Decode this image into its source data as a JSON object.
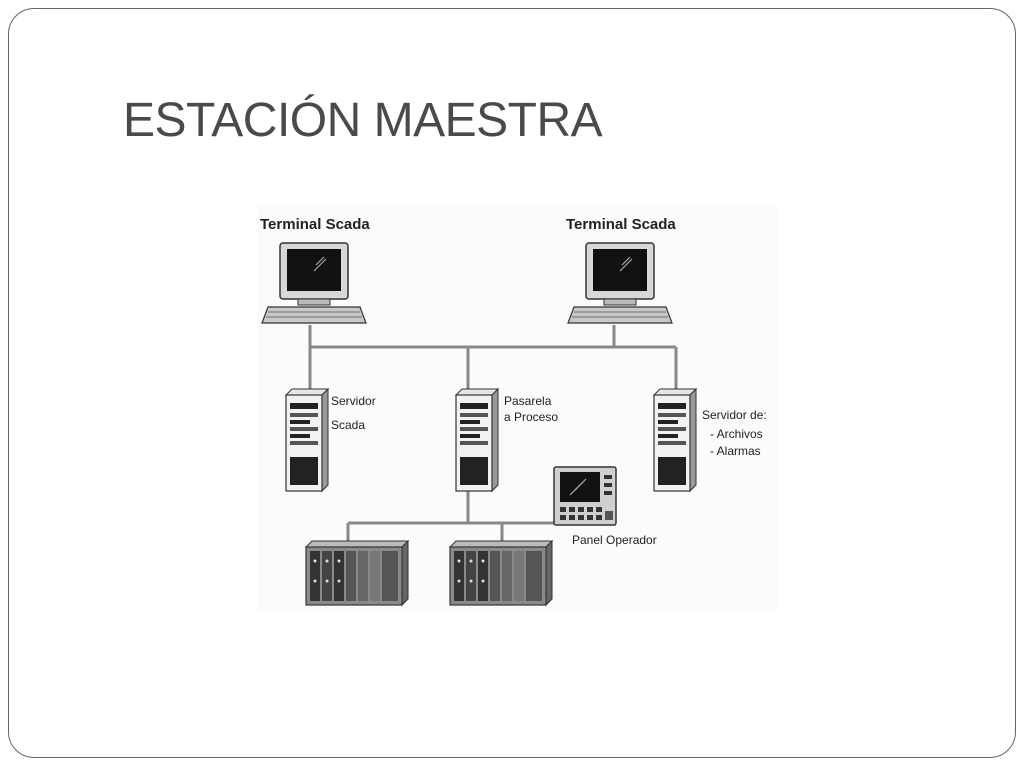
{
  "slide": {
    "title": "ESTACIÓN MAESTRA"
  },
  "diagram": {
    "terminal_left": "Terminal Scada",
    "terminal_right": "Terminal Scada",
    "server_scada": [
      "Servidor",
      "Scada"
    ],
    "gateway": [
      "Pasarela",
      "a Proceso"
    ],
    "server_files": [
      "Servidor de:",
      "- Archivos",
      "- Alarmas"
    ],
    "operator_panel": "Panel Operador"
  }
}
